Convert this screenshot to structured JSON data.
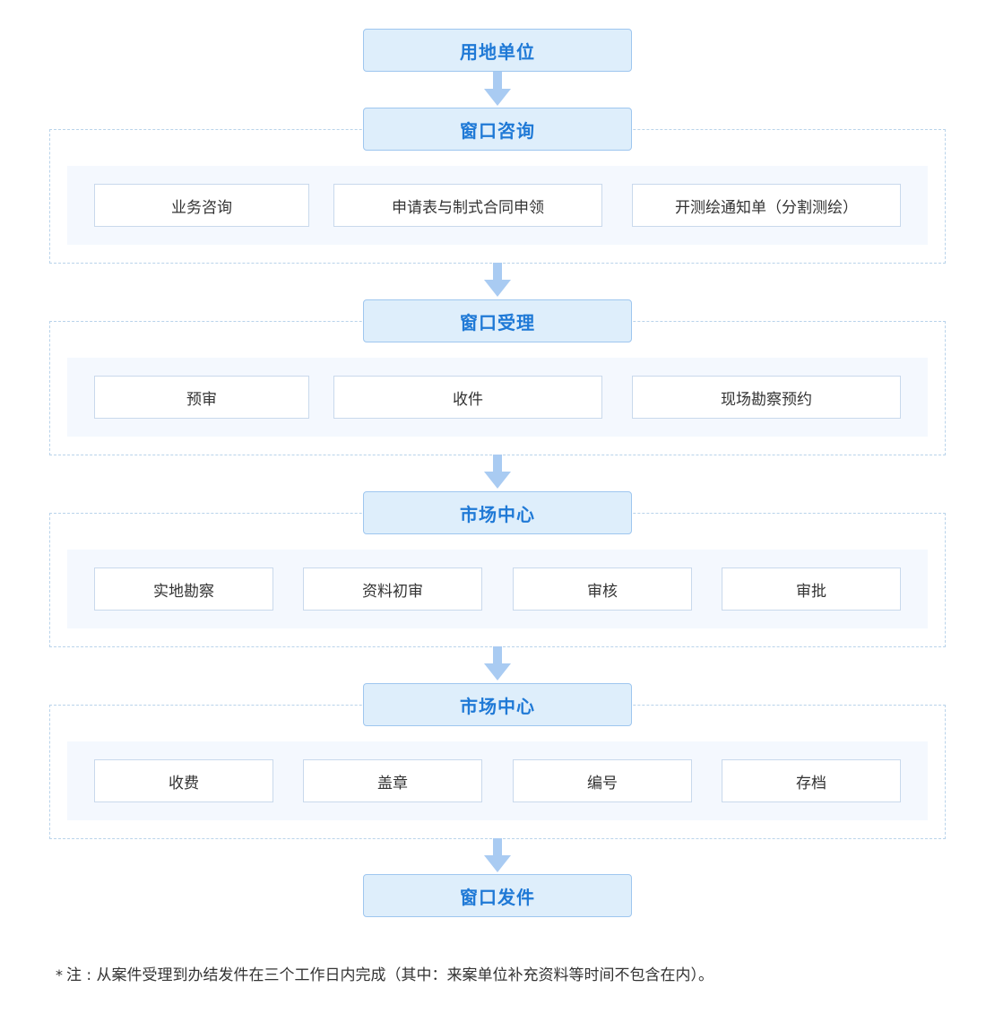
{
  "colors": {
    "stage_bg": "#deeefb",
    "stage_border": "#9ec6ef",
    "stage_text": "#1f79d6",
    "arrow": "#a9cbf2",
    "group_border": "#b9d3ea",
    "panel_bg": "#f4f8fe",
    "step_border": "#c9d9ec"
  },
  "stages": {
    "s1": "用地单位",
    "s2": "窗口咨询",
    "s3": "窗口受理",
    "s4": "市场中心",
    "s5": "市场中心",
    "s6": "窗口发件"
  },
  "groups": {
    "consult": [
      "业务咨询",
      "申请表与制式合同申领",
      "开测绘通知单（分割测绘）"
    ],
    "accept": [
      "预审",
      "收件",
      "现场勘察预约"
    ],
    "market1": [
      "实地勘察",
      "资料初审",
      "审核",
      "审批"
    ],
    "market2": [
      "收费",
      "盖章",
      "编号",
      "存档"
    ]
  },
  "icons": [
    "down-arrow-icon"
  ],
  "footnote": {
    "marker": "*",
    "text": "注 : 从案件受理到办结发件在三个工作日内完成（其中：来案单位补充资料等时间不包含在内）。"
  }
}
